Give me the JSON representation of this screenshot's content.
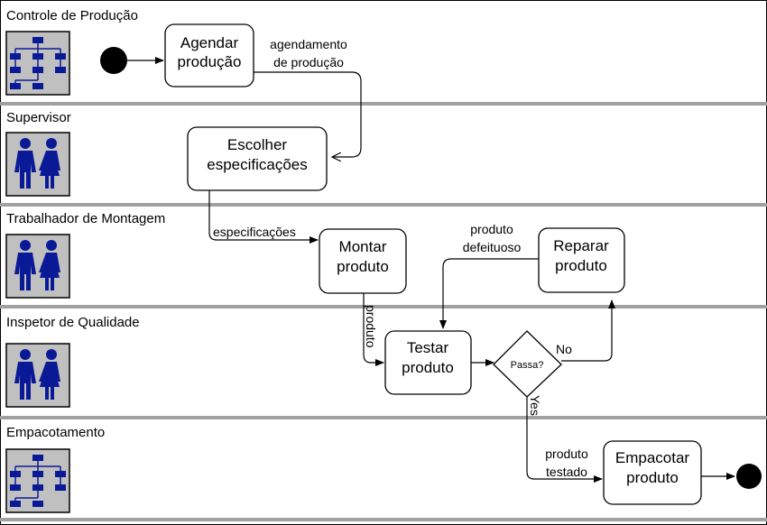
{
  "lanes": [
    {
      "id": "controle",
      "title": "Controle de Produção",
      "icon": "org-chart-icon"
    },
    {
      "id": "supervisor",
      "title": "Supervisor",
      "icon": "people-icon"
    },
    {
      "id": "montagem",
      "title": "Trabalhador de Montagem",
      "icon": "people-icon"
    },
    {
      "id": "inspetor",
      "title": "Inspetor de Qualidade",
      "icon": "people-icon"
    },
    {
      "id": "empacotamento",
      "title": "Empacotamento",
      "icon": "org-chart-icon"
    }
  ],
  "activities": {
    "agendar": {
      "line1": "Agendar",
      "line2": "produção"
    },
    "escolher": {
      "line1": "Escolher",
      "line2": "especificações"
    },
    "montar": {
      "line1": "Montar",
      "line2": "produto"
    },
    "reparar": {
      "line1": "Reparar",
      "line2": "produto"
    },
    "testar": {
      "line1": "Testar",
      "line2": "produto"
    },
    "empacotar": {
      "line1": "Empacotar",
      "line2": "produto"
    }
  },
  "decision": {
    "label": "Passa?"
  },
  "edge_labels": {
    "agendamento_line1": "agendamento",
    "agendamento_line2": "de produção",
    "especificacoes": "especificações",
    "produto": "produto",
    "defeituoso_line1": "produto",
    "defeituoso_line2": "defeituoso",
    "no": "No",
    "yes": "Yes",
    "testado_line1": "produto",
    "testado_line2": "testado"
  },
  "colors": {
    "icon_fill": "#0a1a96",
    "icon_bg": "#c0c0c0",
    "lane_separator": "#a0a0a0"
  }
}
